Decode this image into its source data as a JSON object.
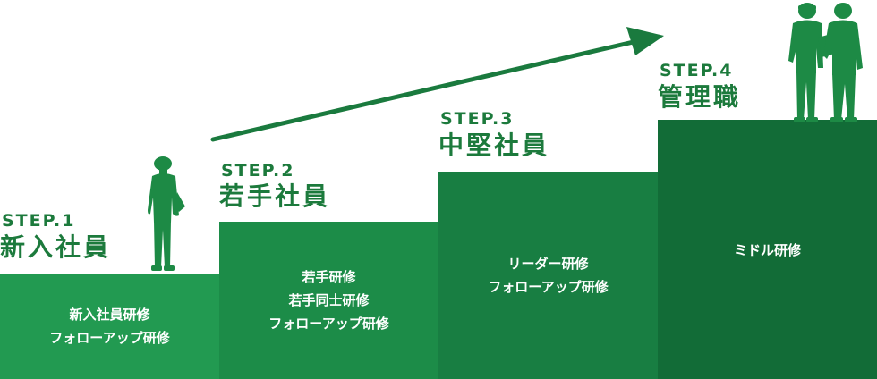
{
  "steps": [
    {
      "label": "STEP.1",
      "title": "新入社員",
      "trainings": [
        "新入社員研修",
        "フォローアップ研修"
      ]
    },
    {
      "label": "STEP.2",
      "title": "若手社員",
      "trainings": [
        "若手研修",
        "若手同士研修",
        "フォローアップ研修"
      ]
    },
    {
      "label": "STEP.3",
      "title": "中堅社員",
      "trainings": [
        "リーダー研修",
        "フォローアップ研修"
      ]
    },
    {
      "label": "STEP.4",
      "title": "管理職",
      "trainings": [
        "ミドル研修"
      ]
    }
  ],
  "colors": {
    "text_green": "#1c7a3c",
    "step1": "#229a51",
    "step2": "#1c8c48",
    "step3": "#187e42",
    "step4": "#126c37",
    "arrow": "#1a7a3e",
    "silhouette": "#1d8a45"
  },
  "icons": [
    "worker-silhouette-icon",
    "growth-arrow-icon",
    "managers-silhouette-icon"
  ]
}
